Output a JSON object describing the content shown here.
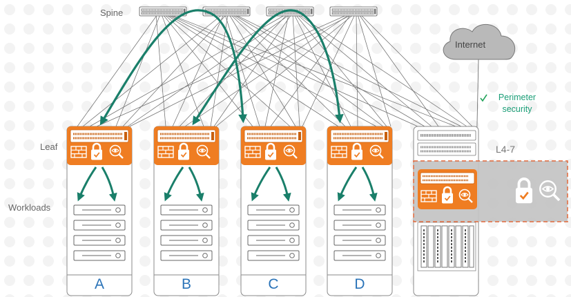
{
  "labels": {
    "spine": "Spine",
    "leaf": "Leaf",
    "workloads": "Workloads",
    "internet": "Internet",
    "perimeter_line1": "Perimeter",
    "perimeter_line2": "security",
    "l47": "L4-7"
  },
  "racks": [
    {
      "letter": "A"
    },
    {
      "letter": "B"
    },
    {
      "letter": "C"
    },
    {
      "letter": "D"
    }
  ],
  "colors": {
    "orange": "#ef7d22",
    "green_arrow": "#1a7f6a",
    "check_green": "#22a35a",
    "wire_gray": "#6f6f6f",
    "rack_outline": "#8a8a8a",
    "appliance_gray": "#c3c3c3",
    "blue_letter": "#2a73b8",
    "dot_bg": "#f3f3f3"
  },
  "icons": [
    "firewall-icon",
    "lock-icon",
    "eye-magnifier-icon",
    "checkmark-icon",
    "cloud-icon"
  ]
}
